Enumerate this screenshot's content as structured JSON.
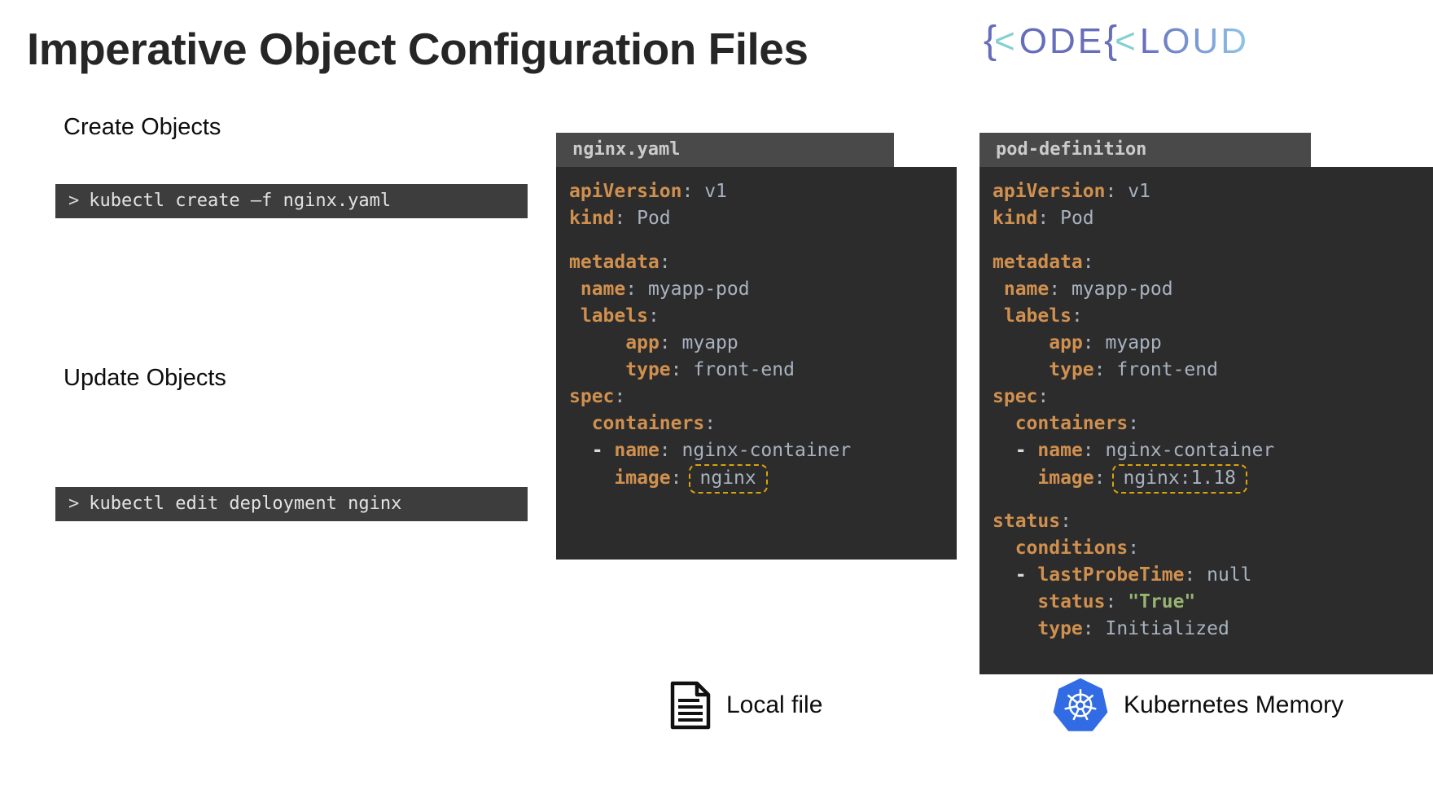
{
  "title": "Imperative Object Configuration Files",
  "logo": {
    "brace": "{",
    "chevron": "<",
    "kode": "ODE",
    "kloud": "LOUD"
  },
  "sections": {
    "create": {
      "heading": "Create Objects",
      "prompt": ">",
      "command": "kubectl create –f nginx.yaml"
    },
    "update": {
      "heading": "Update Objects",
      "prompt": ">",
      "command": "kubectl edit deployment nginx"
    }
  },
  "panels": [
    {
      "tab": "nginx.yaml",
      "lines": [
        [
          [
            "k",
            "apiVersion"
          ],
          [
            "p",
            ":"
          ],
          [
            "v",
            " v1"
          ]
        ],
        [
          [
            "k",
            "kind"
          ],
          [
            "p",
            ":"
          ],
          [
            "v",
            " Pod"
          ]
        ],
        [],
        [
          [
            "k",
            "metadata"
          ],
          [
            "p",
            ":"
          ]
        ],
        [
          [
            "v",
            " "
          ],
          [
            "k",
            "name"
          ],
          [
            "p",
            ":"
          ],
          [
            "v",
            " myapp-pod"
          ]
        ],
        [
          [
            "v",
            " "
          ],
          [
            "k",
            "labels"
          ],
          [
            "p",
            ":"
          ]
        ],
        [
          [
            "v",
            "     "
          ],
          [
            "k",
            "app"
          ],
          [
            "p",
            ":"
          ],
          [
            "v",
            " myapp"
          ]
        ],
        [
          [
            "v",
            "     "
          ],
          [
            "k",
            "type"
          ],
          [
            "p",
            ":"
          ],
          [
            "v",
            " front-end"
          ]
        ],
        [
          [
            "k",
            "spec"
          ],
          [
            "p",
            ":"
          ]
        ],
        [
          [
            "v",
            "  "
          ],
          [
            "k",
            "containers"
          ],
          [
            "p",
            ":"
          ]
        ],
        [
          [
            "v",
            "  "
          ],
          [
            "d",
            "- "
          ],
          [
            "k",
            "name"
          ],
          [
            "p",
            ":"
          ],
          [
            "v",
            " nginx-container"
          ]
        ],
        [
          [
            "v",
            "    "
          ],
          [
            "k",
            "image"
          ],
          [
            "p",
            ":"
          ],
          [
            "box",
            "nginx"
          ]
        ]
      ]
    },
    {
      "tab": "pod-definition",
      "lines": [
        [
          [
            "k",
            "apiVersion"
          ],
          [
            "p",
            ":"
          ],
          [
            "v",
            " v1"
          ]
        ],
        [
          [
            "k",
            "kind"
          ],
          [
            "p",
            ":"
          ],
          [
            "v",
            " Pod"
          ]
        ],
        [],
        [
          [
            "k",
            "metadata"
          ],
          [
            "p",
            ":"
          ]
        ],
        [
          [
            "v",
            " "
          ],
          [
            "k",
            "name"
          ],
          [
            "p",
            ":"
          ],
          [
            "v",
            " myapp-pod"
          ]
        ],
        [
          [
            "v",
            " "
          ],
          [
            "k",
            "labels"
          ],
          [
            "p",
            ":"
          ]
        ],
        [
          [
            "v",
            "     "
          ],
          [
            "k",
            "app"
          ],
          [
            "p",
            ":"
          ],
          [
            "v",
            " myapp"
          ]
        ],
        [
          [
            "v",
            "     "
          ],
          [
            "k",
            "type"
          ],
          [
            "p",
            ":"
          ],
          [
            "v",
            " front-end"
          ]
        ],
        [
          [
            "k",
            "spec"
          ],
          [
            "p",
            ":"
          ]
        ],
        [
          [
            "v",
            "  "
          ],
          [
            "k",
            "containers"
          ],
          [
            "p",
            ":"
          ]
        ],
        [
          [
            "v",
            "  "
          ],
          [
            "d",
            "- "
          ],
          [
            "k",
            "name"
          ],
          [
            "p",
            ":"
          ],
          [
            "v",
            " nginx-container"
          ]
        ],
        [
          [
            "v",
            "    "
          ],
          [
            "k",
            "image"
          ],
          [
            "p",
            ":"
          ],
          [
            "box",
            "nginx:1.18"
          ]
        ],
        [],
        [
          [
            "k",
            "status"
          ],
          [
            "p",
            ":"
          ]
        ],
        [
          [
            "v",
            "  "
          ],
          [
            "k",
            "conditions"
          ],
          [
            "p",
            ":"
          ]
        ],
        [
          [
            "v",
            "  "
          ],
          [
            "d",
            "- "
          ],
          [
            "k",
            "lastProbeTime"
          ],
          [
            "p",
            ":"
          ],
          [
            "v",
            " null"
          ]
        ],
        [
          [
            "v",
            "    "
          ],
          [
            "k",
            "status"
          ],
          [
            "p",
            ":"
          ],
          [
            "g",
            " \"True\""
          ]
        ],
        [
          [
            "v",
            "    "
          ],
          [
            "k",
            "type"
          ],
          [
            "p",
            ":"
          ],
          [
            "v",
            " Initialized"
          ]
        ]
      ]
    }
  ],
  "captions": {
    "local_file": "Local file",
    "k8s_memory": "Kubernetes Memory"
  },
  "colors": {
    "key-orange": "#d0904f",
    "value-gray": "#a9b2bf",
    "string-green": "#98b473",
    "highlight-yellow": "#d9a40b",
    "k8s-blue": "#326ce5",
    "logo-purple": "#666dbb",
    "logo-teal": "#82d0cf",
    "terminal-bg": "#3d3d3d",
    "editor-bg": "#2c2c2c",
    "tab-bg": "#494949"
  }
}
